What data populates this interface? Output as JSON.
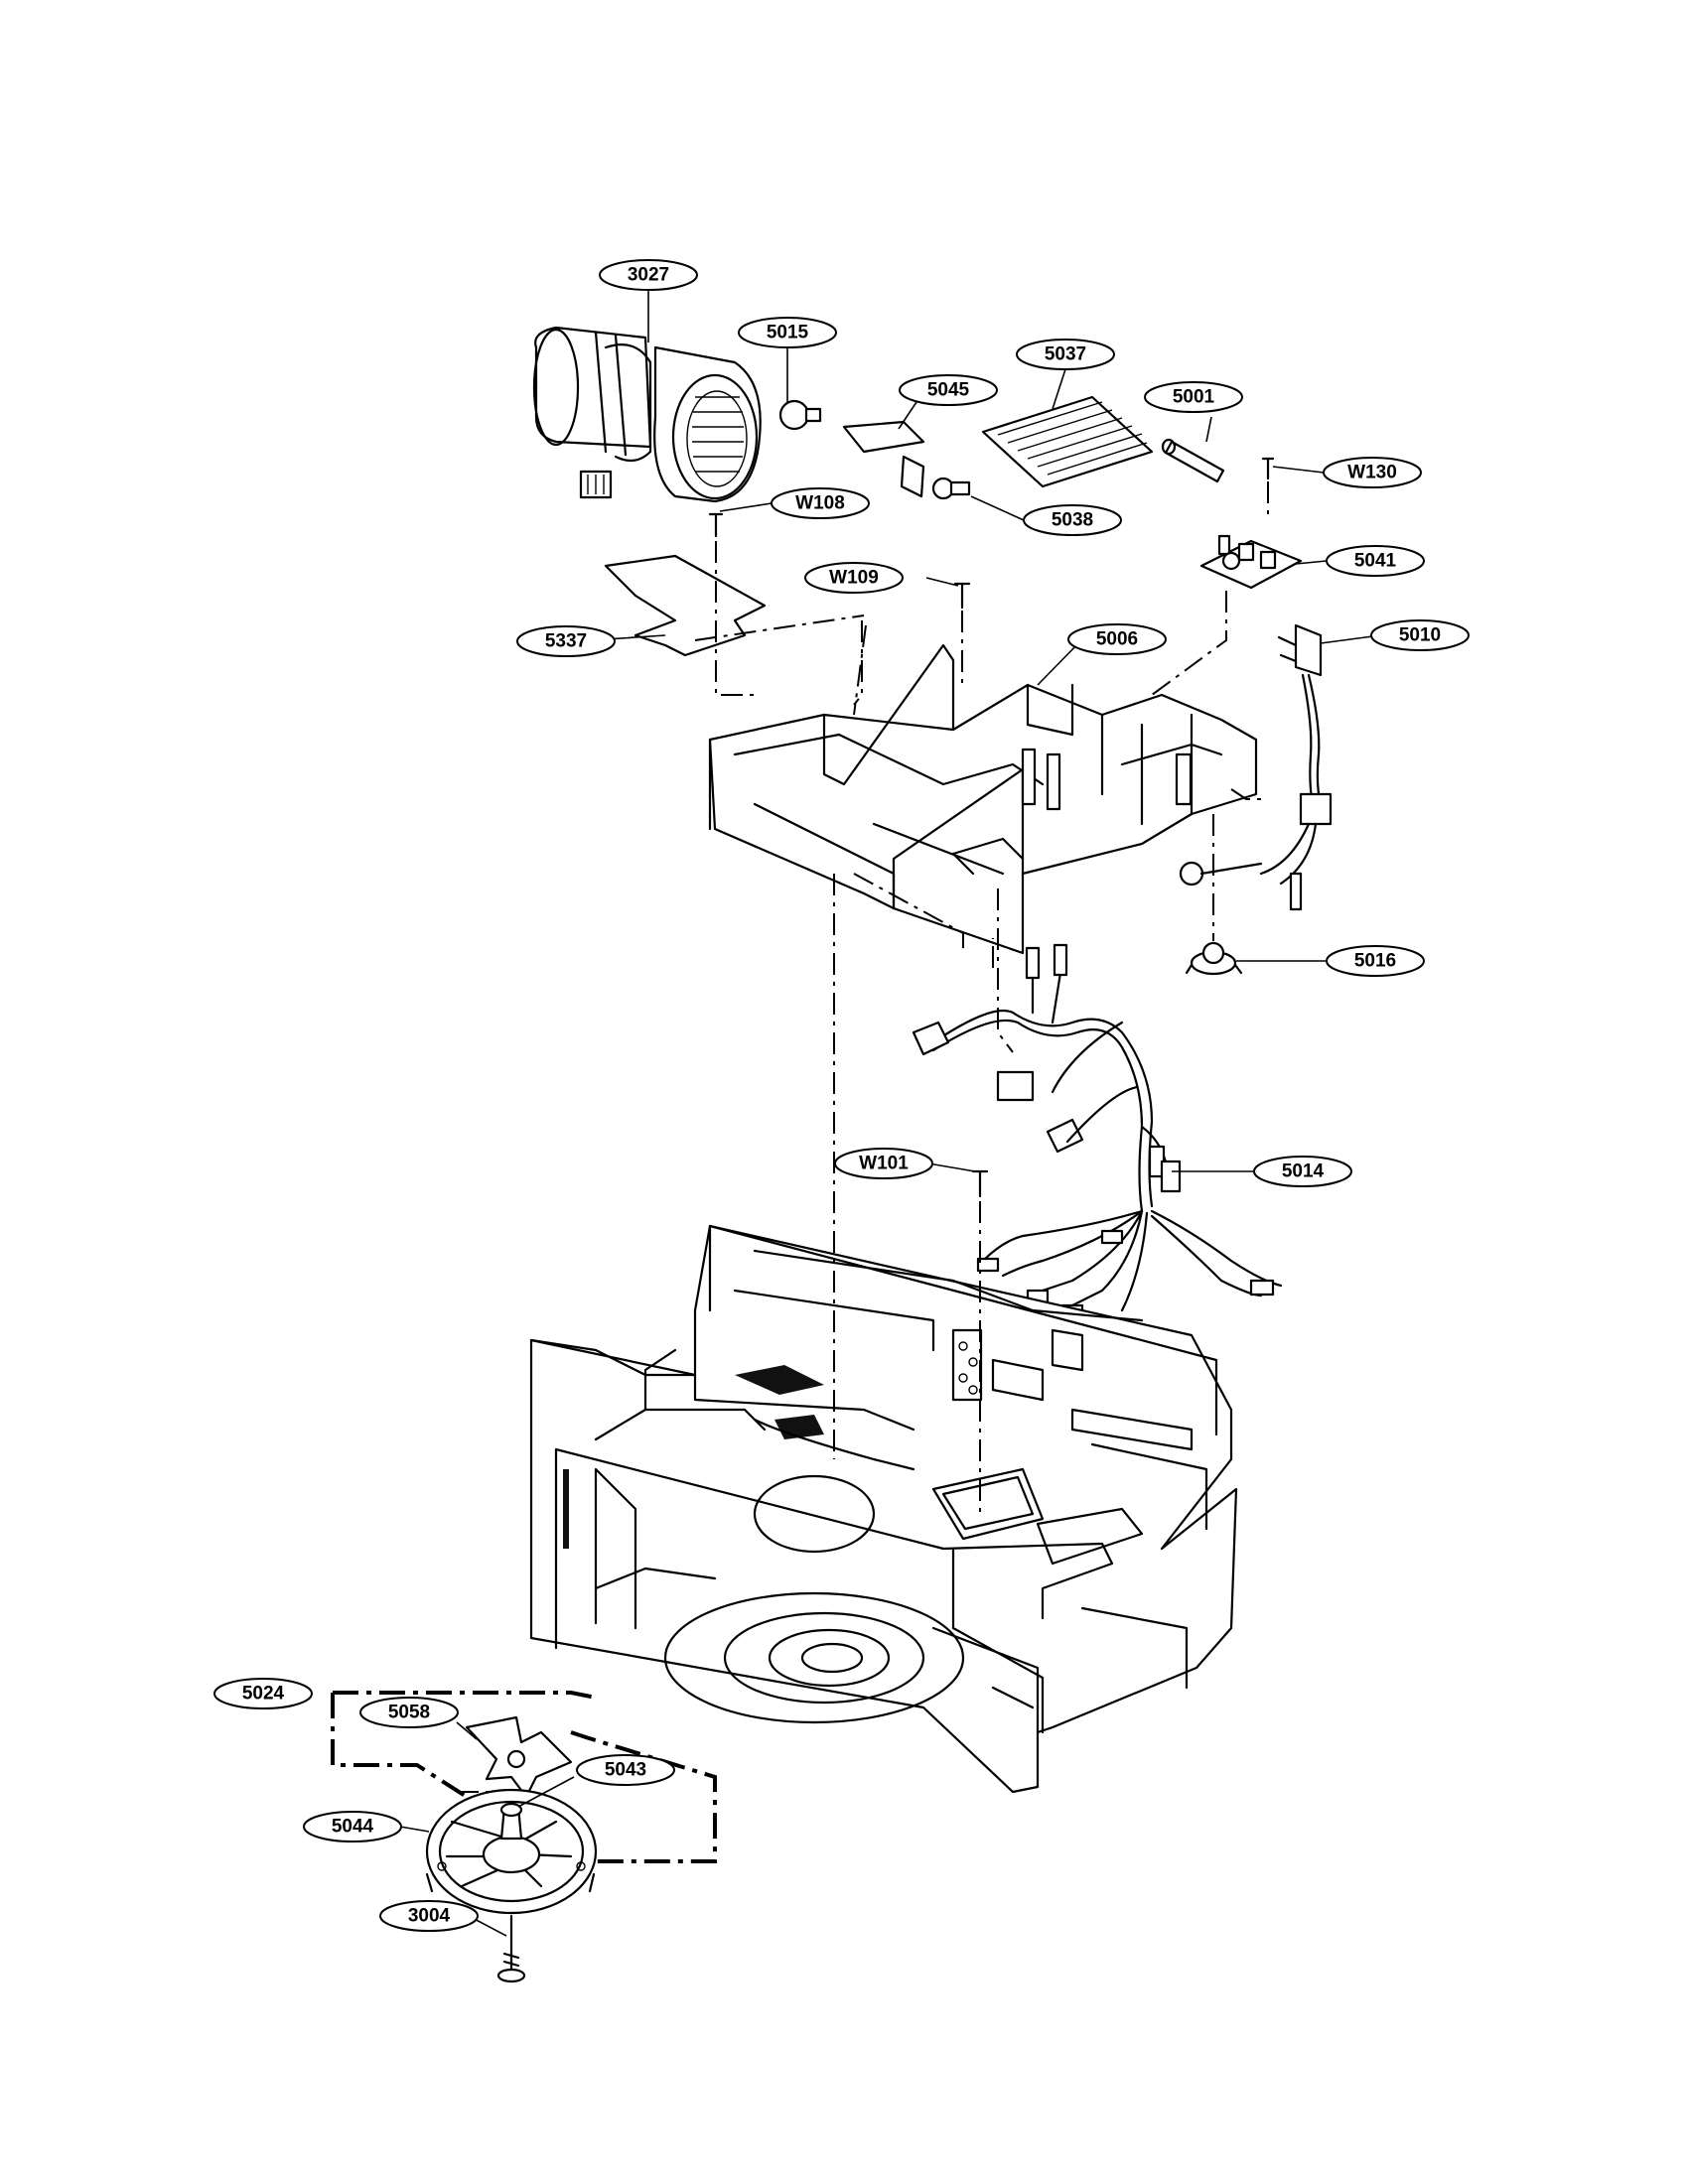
{
  "callouts": [
    {
      "id": "c3027",
      "label": "3027"
    },
    {
      "id": "c5015",
      "label": "5015"
    },
    {
      "id": "c5045",
      "label": "5045"
    },
    {
      "id": "c5037",
      "label": "5037"
    },
    {
      "id": "c5001",
      "label": "5001"
    },
    {
      "id": "cW130",
      "label": "W130"
    },
    {
      "id": "cW108",
      "label": "W108"
    },
    {
      "id": "c5038",
      "label": "5038"
    },
    {
      "id": "c5041",
      "label": "5041"
    },
    {
      "id": "cW109",
      "label": "W109"
    },
    {
      "id": "c5337",
      "label": "5337"
    },
    {
      "id": "c5006",
      "label": "5006"
    },
    {
      "id": "c5010",
      "label": "5010"
    },
    {
      "id": "c5016",
      "label": "5016"
    },
    {
      "id": "cW101",
      "label": "W101"
    },
    {
      "id": "c5014",
      "label": "5014"
    },
    {
      "id": "c5024",
      "label": "5024"
    },
    {
      "id": "c5058",
      "label": "5058"
    },
    {
      "id": "c5043",
      "label": "5043"
    },
    {
      "id": "c5044",
      "label": "5044"
    },
    {
      "id": "c3004",
      "label": "3004"
    }
  ]
}
